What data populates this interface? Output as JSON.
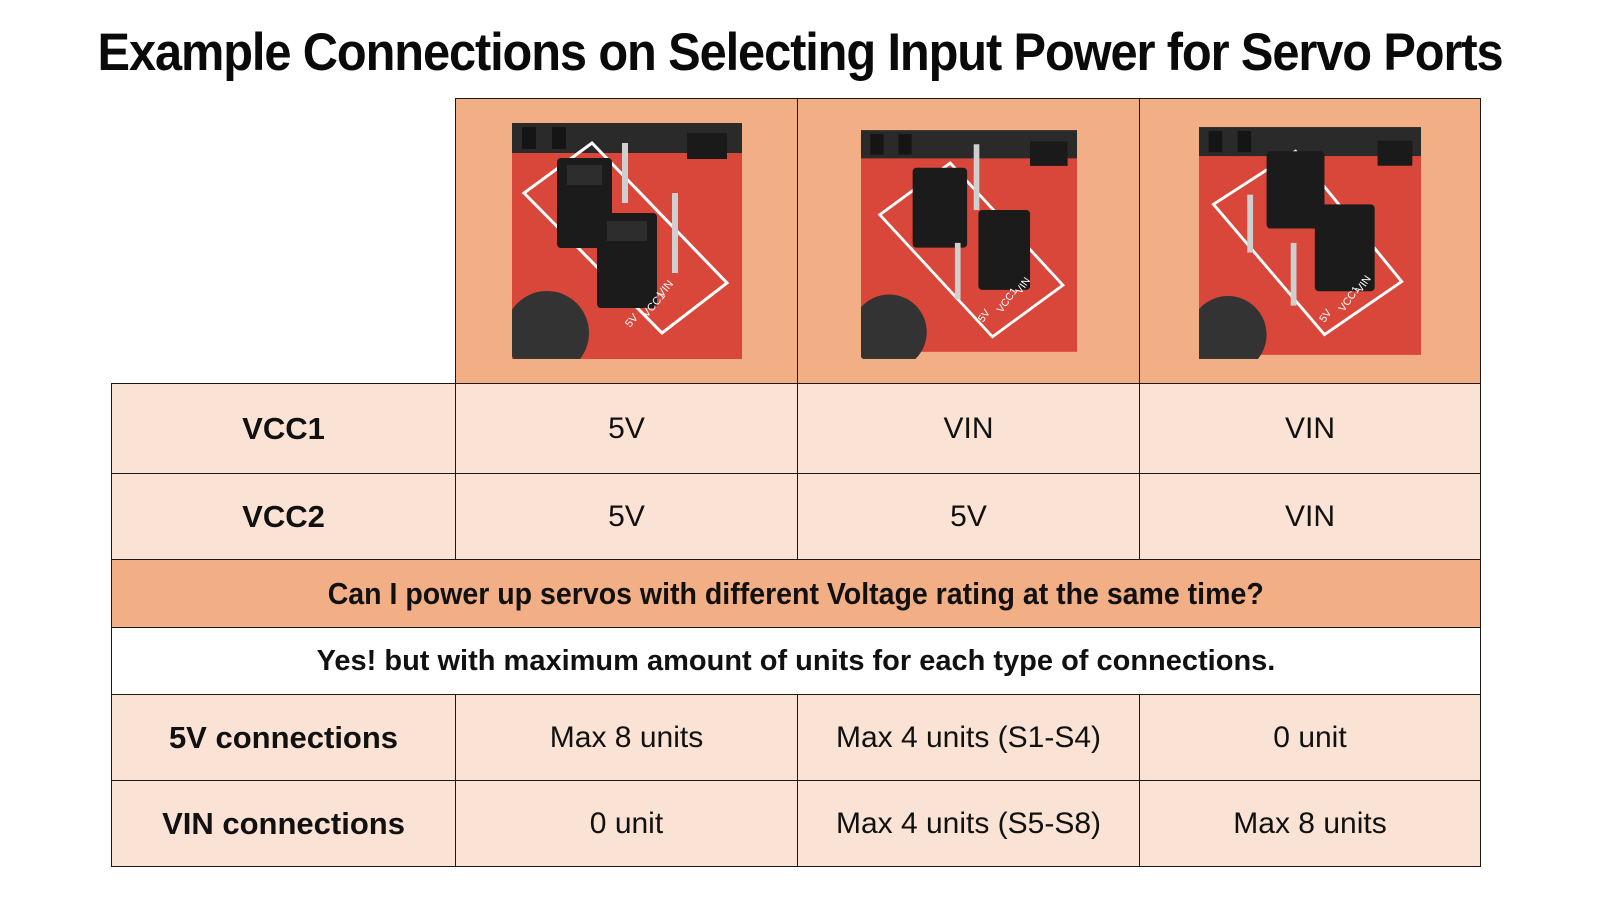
{
  "title": "Example Connections on Selecting Input Power for Servo Ports",
  "columns": [
    {
      "photo": "jumper-photo-5v-5v"
    },
    {
      "photo": "jumper-photo-vin-5v"
    },
    {
      "photo": "jumper-photo-vin-vin"
    }
  ],
  "rows": [
    {
      "label": "VCC1",
      "values": [
        "5V",
        "VIN",
        "VIN"
      ]
    },
    {
      "label": "VCC2",
      "values": [
        "5V",
        "5V",
        "VIN"
      ]
    }
  ],
  "question": "Can I power up servos with different Voltage rating at the same time?",
  "answer": "Yes! but with maximum amount of units for each type of connections.",
  "limits": [
    {
      "label": "5V connections",
      "values": [
        "Max 8 units",
        "Max 4 units (S1-S4)",
        "0 unit"
      ]
    },
    {
      "label": "VIN connections",
      "values": [
        "0 unit",
        "Max 4 units (S5-S8)",
        "Max 8 units"
      ]
    }
  ],
  "colors": {
    "header_orange": "#f2af86",
    "row_peach": "#fae2d4",
    "pcb_red": "#d9473a"
  }
}
